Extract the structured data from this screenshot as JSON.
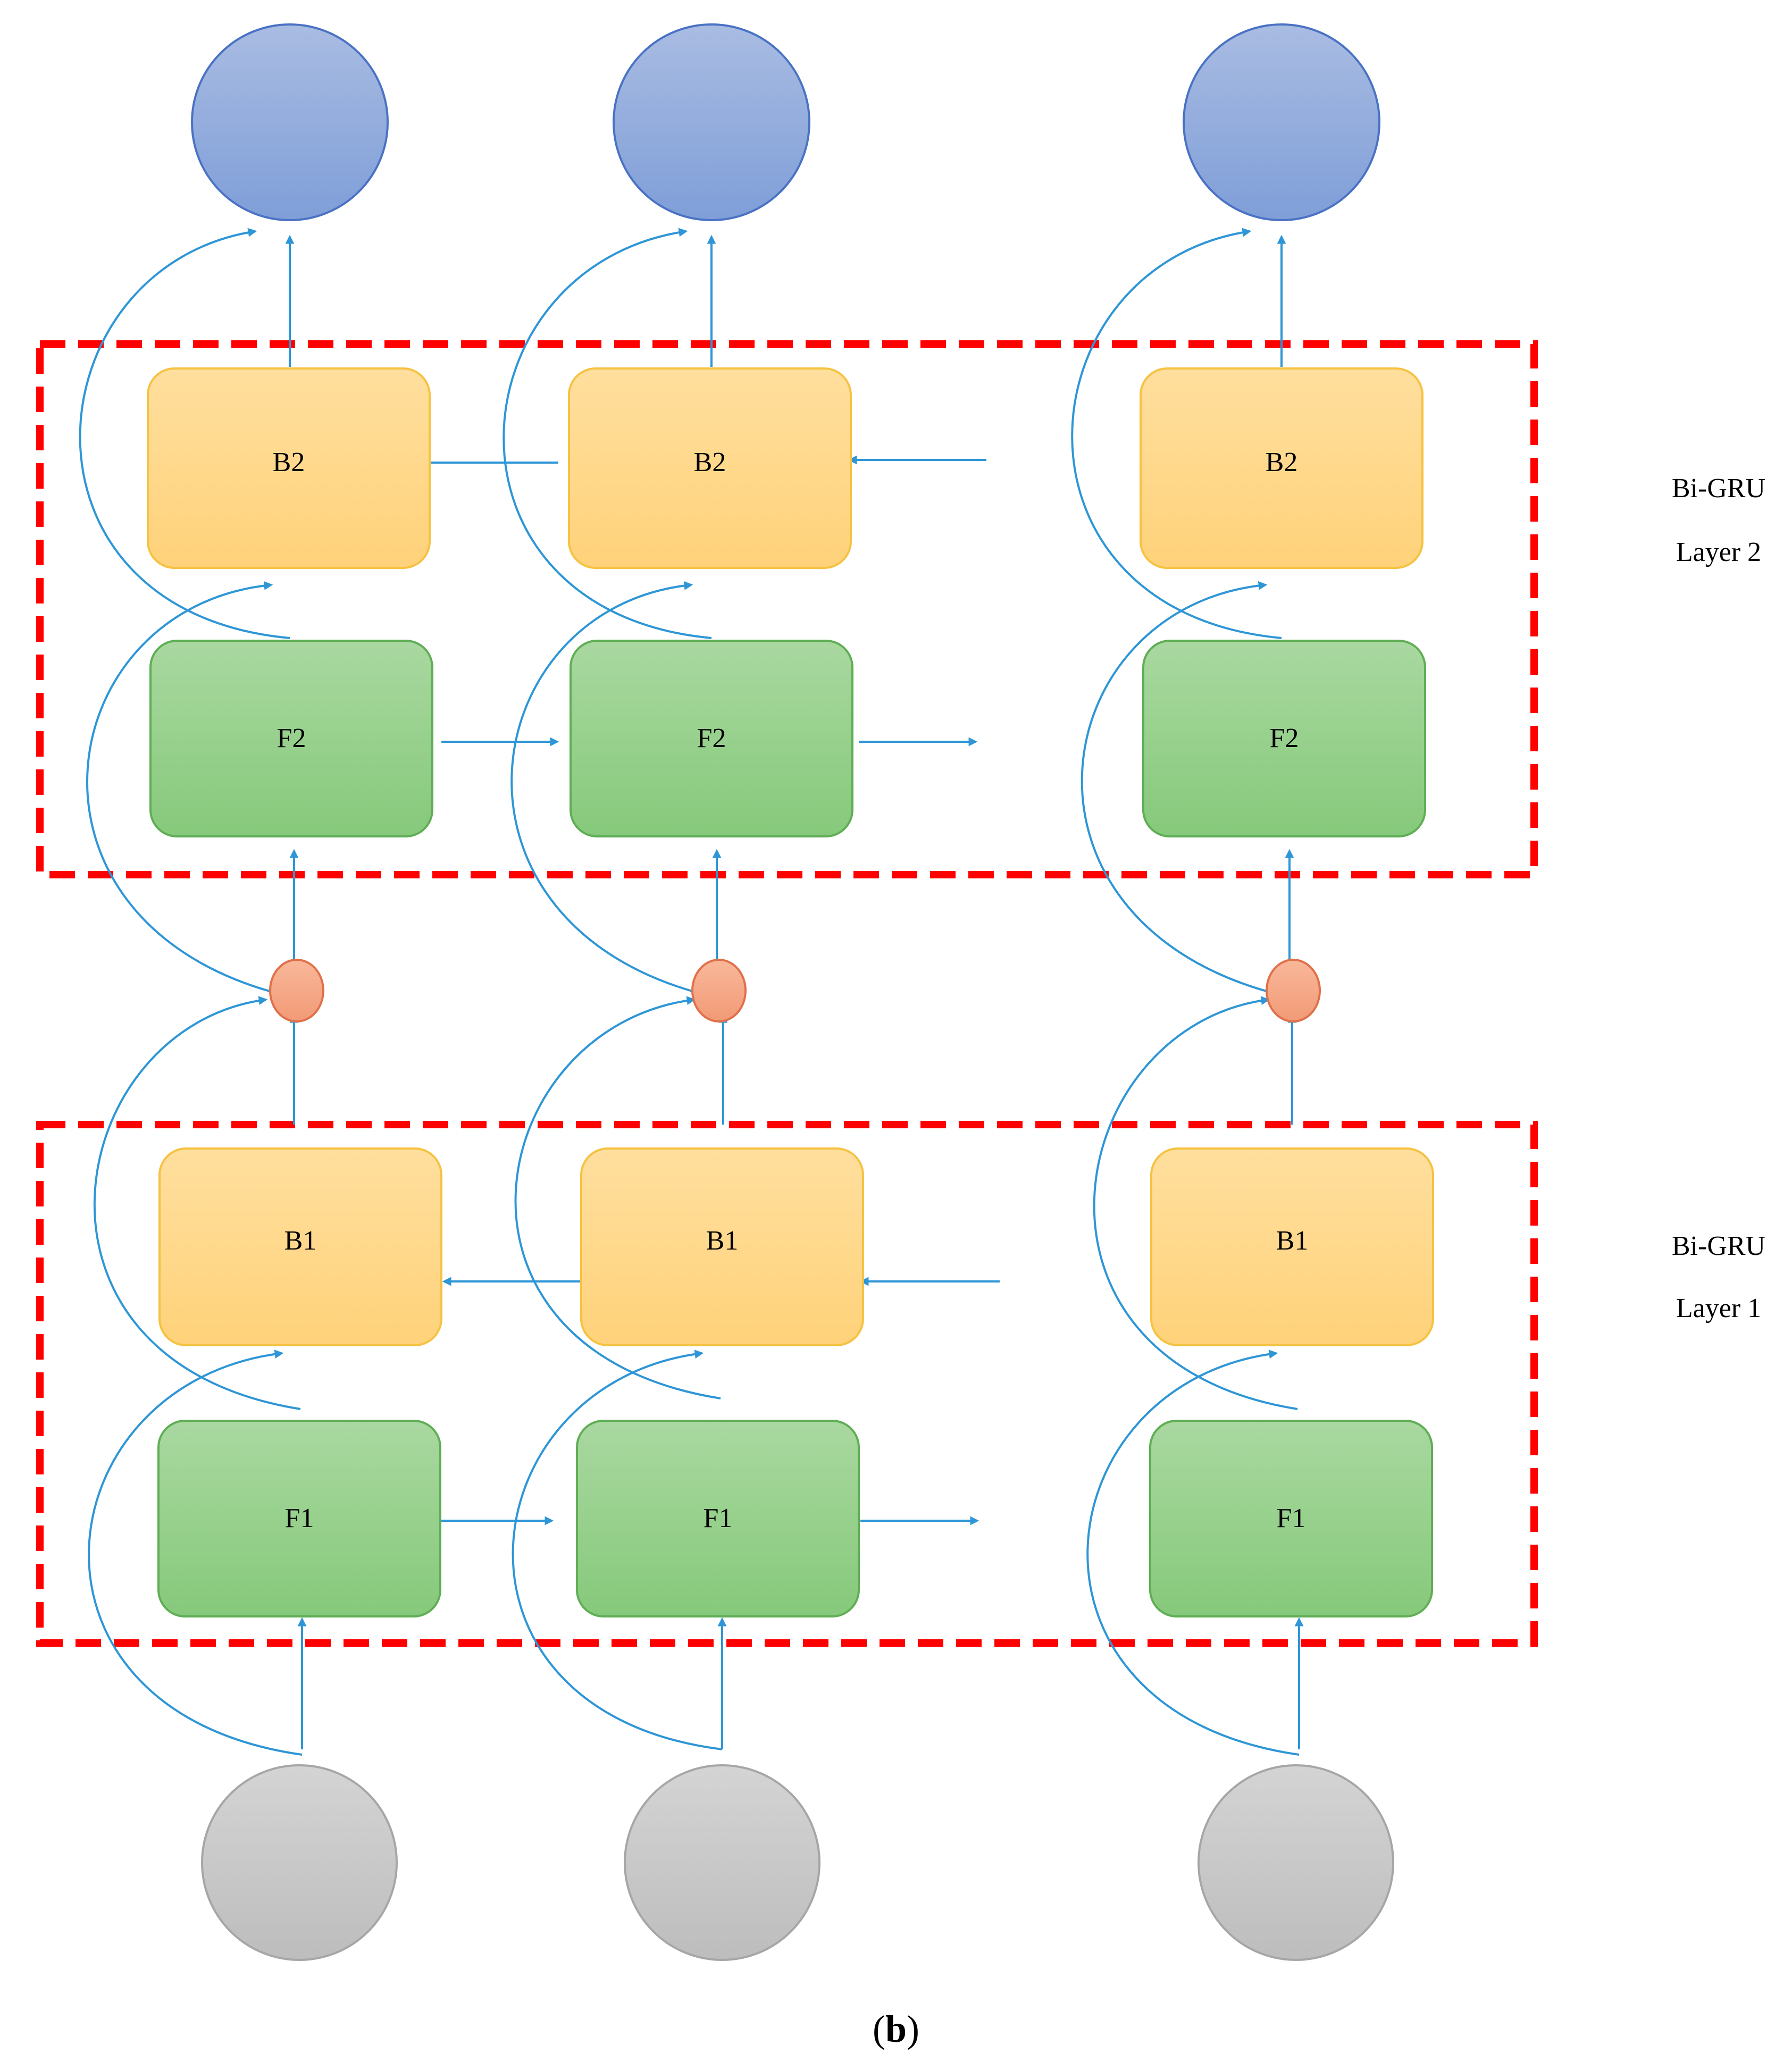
{
  "layer2": {
    "backward_label": "B2",
    "forward_label": "F2",
    "title_line1": "Bi-GRU",
    "title_line2": "Layer 2"
  },
  "layer1": {
    "backward_label": "B1",
    "forward_label": "F1",
    "title_line1": "Bi-GRU",
    "title_line2": "Layer 1"
  },
  "caption": {
    "open": "(",
    "letter": "b",
    "close": ")"
  },
  "colors": {
    "output_node": "#8eaadb",
    "input_node": "#c8c8c8",
    "merge_node": "#f4a582",
    "backward_cell": "#ffd88a",
    "forward_cell": "#93cc8a",
    "arrow": "#2e96d6",
    "layer_box": "#ff0000"
  }
}
